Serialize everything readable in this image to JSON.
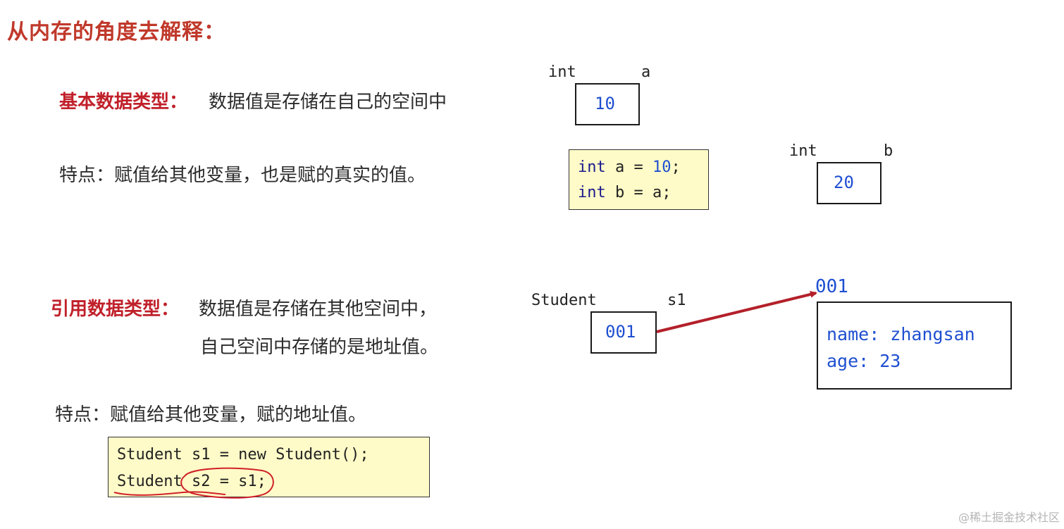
{
  "title": "从内存的角度去解释：",
  "primitive": {
    "heading": "基本数据类型：",
    "description": "数据值是存储在自己的空间中",
    "feature": "特点：赋值给其他变量，也是赋的真实的值。",
    "var_a": {
      "type": "int",
      "name": "a",
      "value": "10"
    },
    "var_b": {
      "type": "int",
      "name": "b",
      "value": "20"
    },
    "code": {
      "line1_kw": "int",
      "line1_rest": " a = ",
      "line1_num": "10",
      "line1_end": ";",
      "line2_kw": "int",
      "line2_rest": " b = a;"
    }
  },
  "reference": {
    "heading": "引用数据类型：",
    "description_line1": "数据值是存储在其他空间中，",
    "description_line2": "自己空间中存储的是地址值。",
    "feature": "特点：赋值给其他变量，赋的地址值。",
    "var_s1": {
      "type": "Student",
      "name": "s1",
      "value": "001"
    },
    "heap": {
      "address": "001",
      "line1": "name: zhangsan",
      "line2": "age: 23"
    },
    "code": {
      "line1": "Student s1 = new Student();",
      "line2": "Student s2 = s1;"
    }
  },
  "watermark": "@稀土掘金技术社区",
  "colors": {
    "heading": "#c0202a",
    "value": "#1f4fd1",
    "arrow": "#b3202a",
    "code_bg": "#fffbc8"
  }
}
